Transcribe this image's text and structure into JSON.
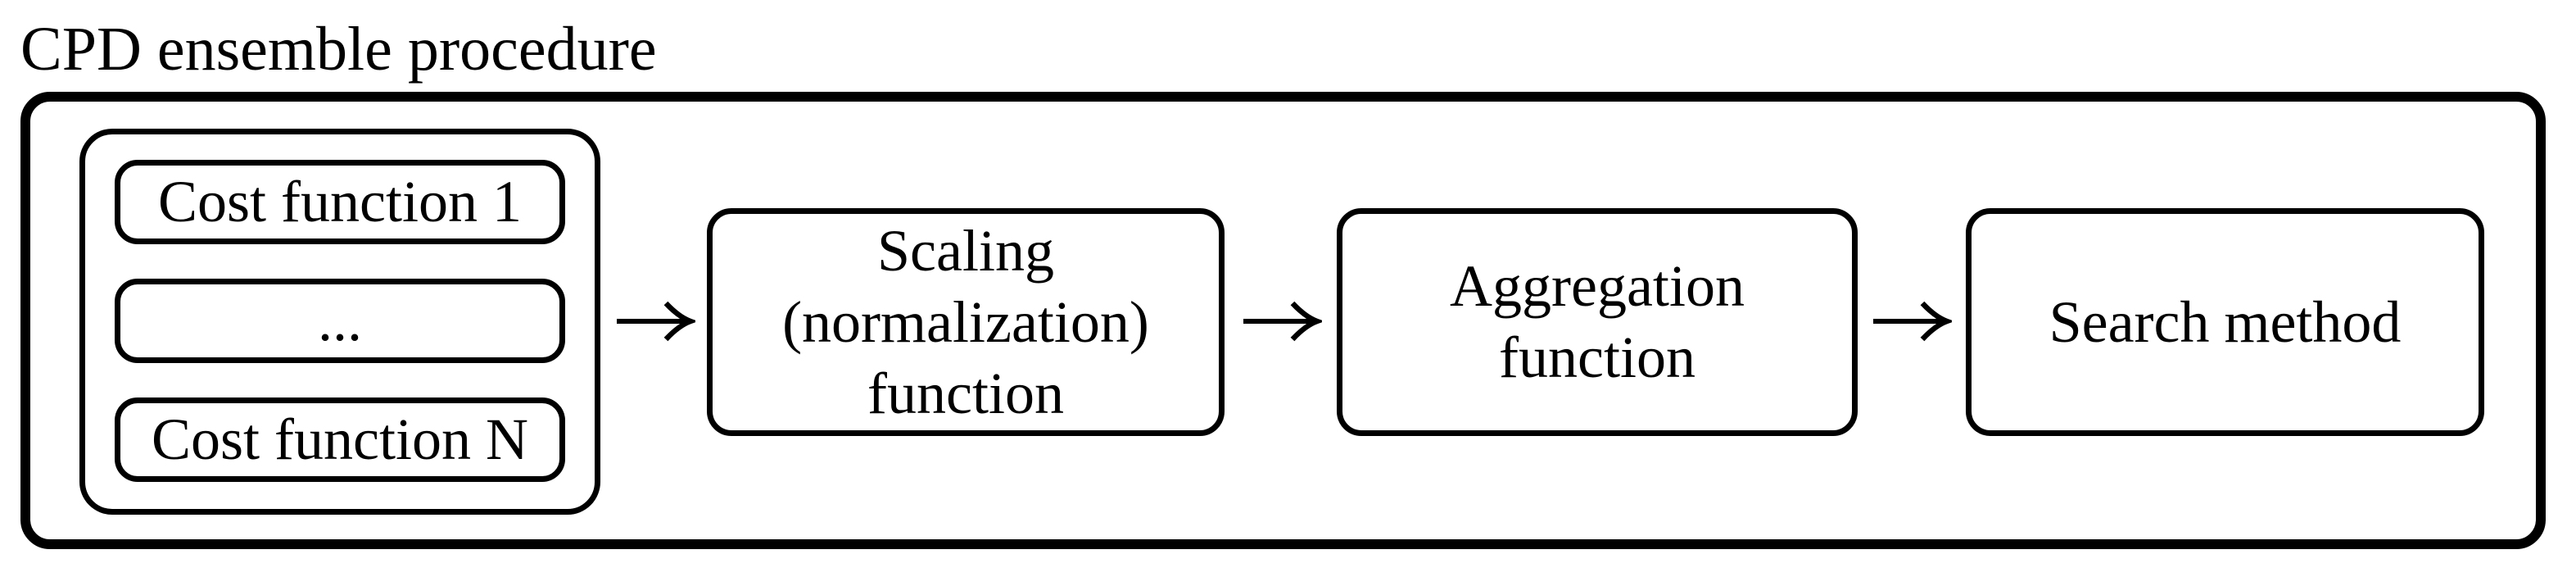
{
  "title": "CPD ensemble procedure",
  "colors": {
    "ink": "#000000",
    "background": "#ffffff"
  },
  "cost_function_stack": {
    "items": [
      "Cost function 1",
      "...",
      "Cost function N"
    ]
  },
  "stages": {
    "scaling": {
      "lines": [
        "Scaling",
        "(normalization)",
        "function"
      ]
    },
    "aggregation": {
      "lines": [
        "Aggregation",
        "function"
      ]
    },
    "search": {
      "lines": [
        "Search method"
      ]
    }
  },
  "icons": {
    "arrow_right": "→"
  }
}
